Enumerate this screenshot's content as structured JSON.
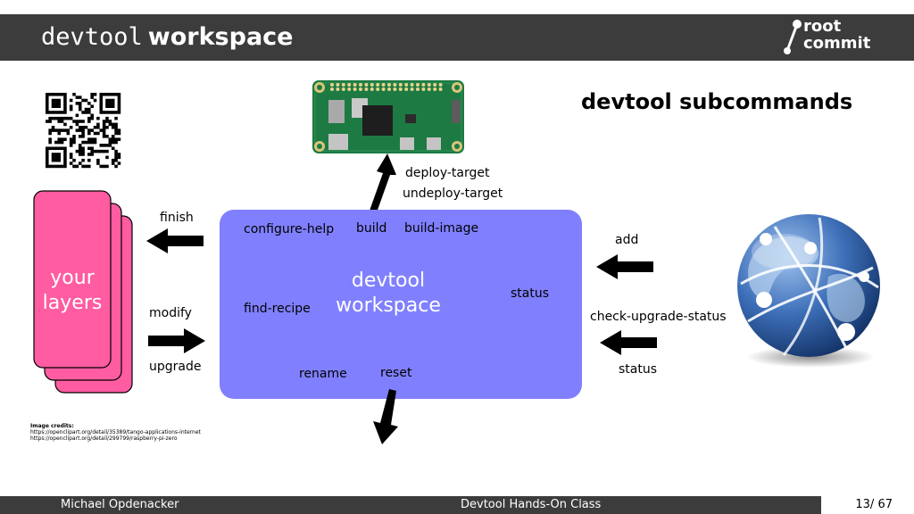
{
  "header": {
    "title_mono": "devtool",
    "title_bold": "workspace",
    "logo_line1": "root",
    "logo_line2": "commit"
  },
  "heading": "devtool subcommands",
  "workspace_box": {
    "line1": "devtool",
    "line2": "workspace",
    "commands": {
      "configure_help": "configure-help",
      "build": "build",
      "build_image": "build-image",
      "find_recipe": "find-recipe",
      "status": "status",
      "rename": "rename",
      "reset": "reset"
    }
  },
  "layers": {
    "line1": "your",
    "line2": "layers"
  },
  "arrows": {
    "finish": "finish",
    "modify": "modify",
    "upgrade": "upgrade",
    "add": "add",
    "check_upgrade_status": "check-upgrade-status",
    "status": "status",
    "deploy_target": "deploy-target",
    "undeploy_target": "undeploy-target"
  },
  "icons": {
    "qr": "qr-code-icon",
    "board": "raspberry-pi-zero-icon",
    "globe": "internet-globe-icon",
    "logo": "root-commit-logo"
  },
  "colors": {
    "header_bg": "#3c3c3c",
    "workspace": "#8080ff",
    "layers": "#ff5ca1",
    "board": "#1d7a43"
  },
  "credits": {
    "title": "Image credits:",
    "line1": "https://openclipart.org/detail/35389/tango-applications-internet",
    "line2": "https://openclipart.org/detail/299799/raspberry-pi-zero"
  },
  "footer": {
    "author": "Michael Opdenacker",
    "course": "Devtool Hands-On Class",
    "page": "13/ 67"
  }
}
